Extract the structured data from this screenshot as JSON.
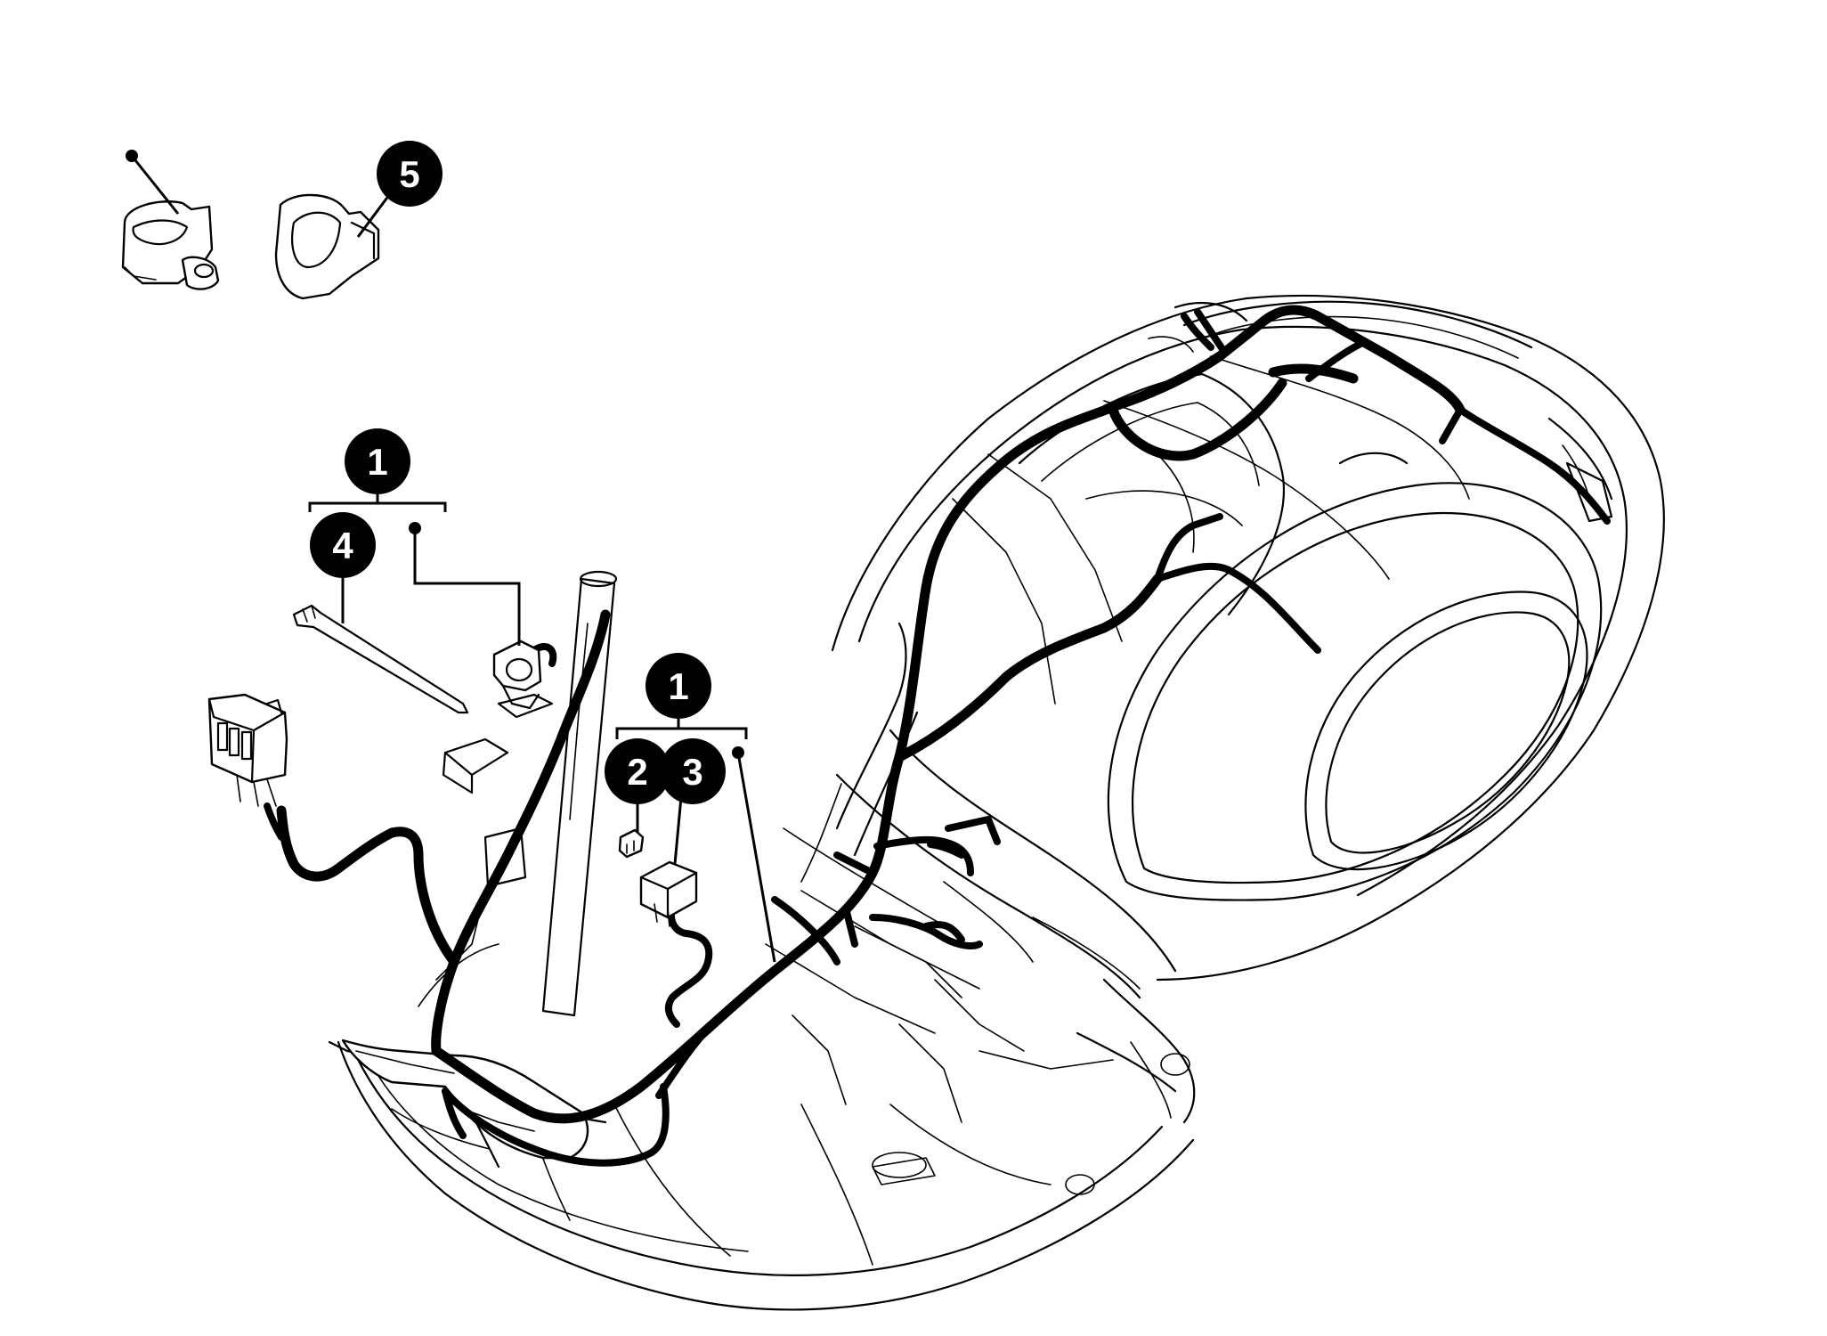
{
  "callouts": [
    {
      "id": "c1a",
      "label": "1"
    },
    {
      "id": "c4",
      "label": "4"
    },
    {
      "id": "c1b",
      "label": "1"
    },
    {
      "id": "c2",
      "label": "2"
    },
    {
      "id": "c3",
      "label": "3"
    },
    {
      "id": "c5",
      "label": "5"
    }
  ],
  "colors": {
    "ink": "#000000",
    "callout_fill": "#000000",
    "callout_text": "#ffffff",
    "background": "#ffffff"
  }
}
